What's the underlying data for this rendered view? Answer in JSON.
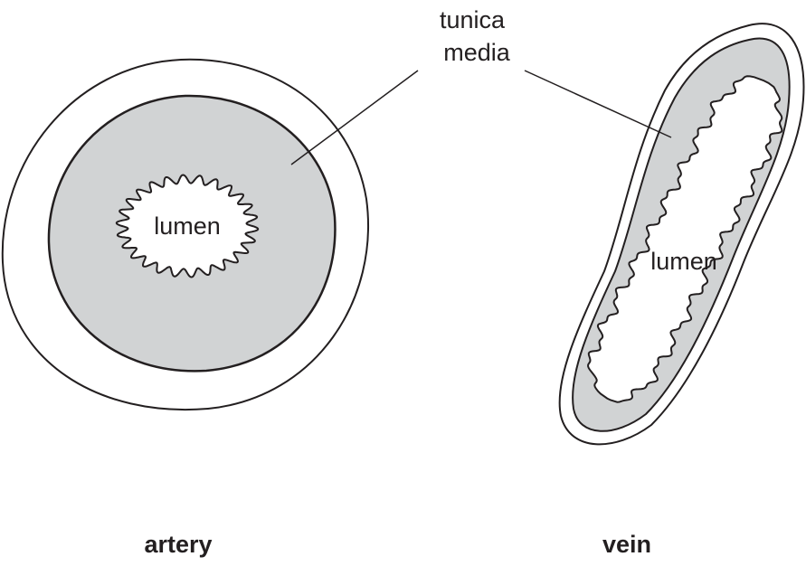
{
  "labels": {
    "tunica_media_line1": "tunica",
    "tunica_media_line2": "media",
    "artery_lumen": "lumen",
    "vein_lumen": "lumen",
    "artery_caption": "artery",
    "vein_caption": "vein"
  },
  "colors": {
    "outline": "#231f20",
    "tunica_media_fill": "#d1d3d4",
    "background": "#ffffff"
  }
}
